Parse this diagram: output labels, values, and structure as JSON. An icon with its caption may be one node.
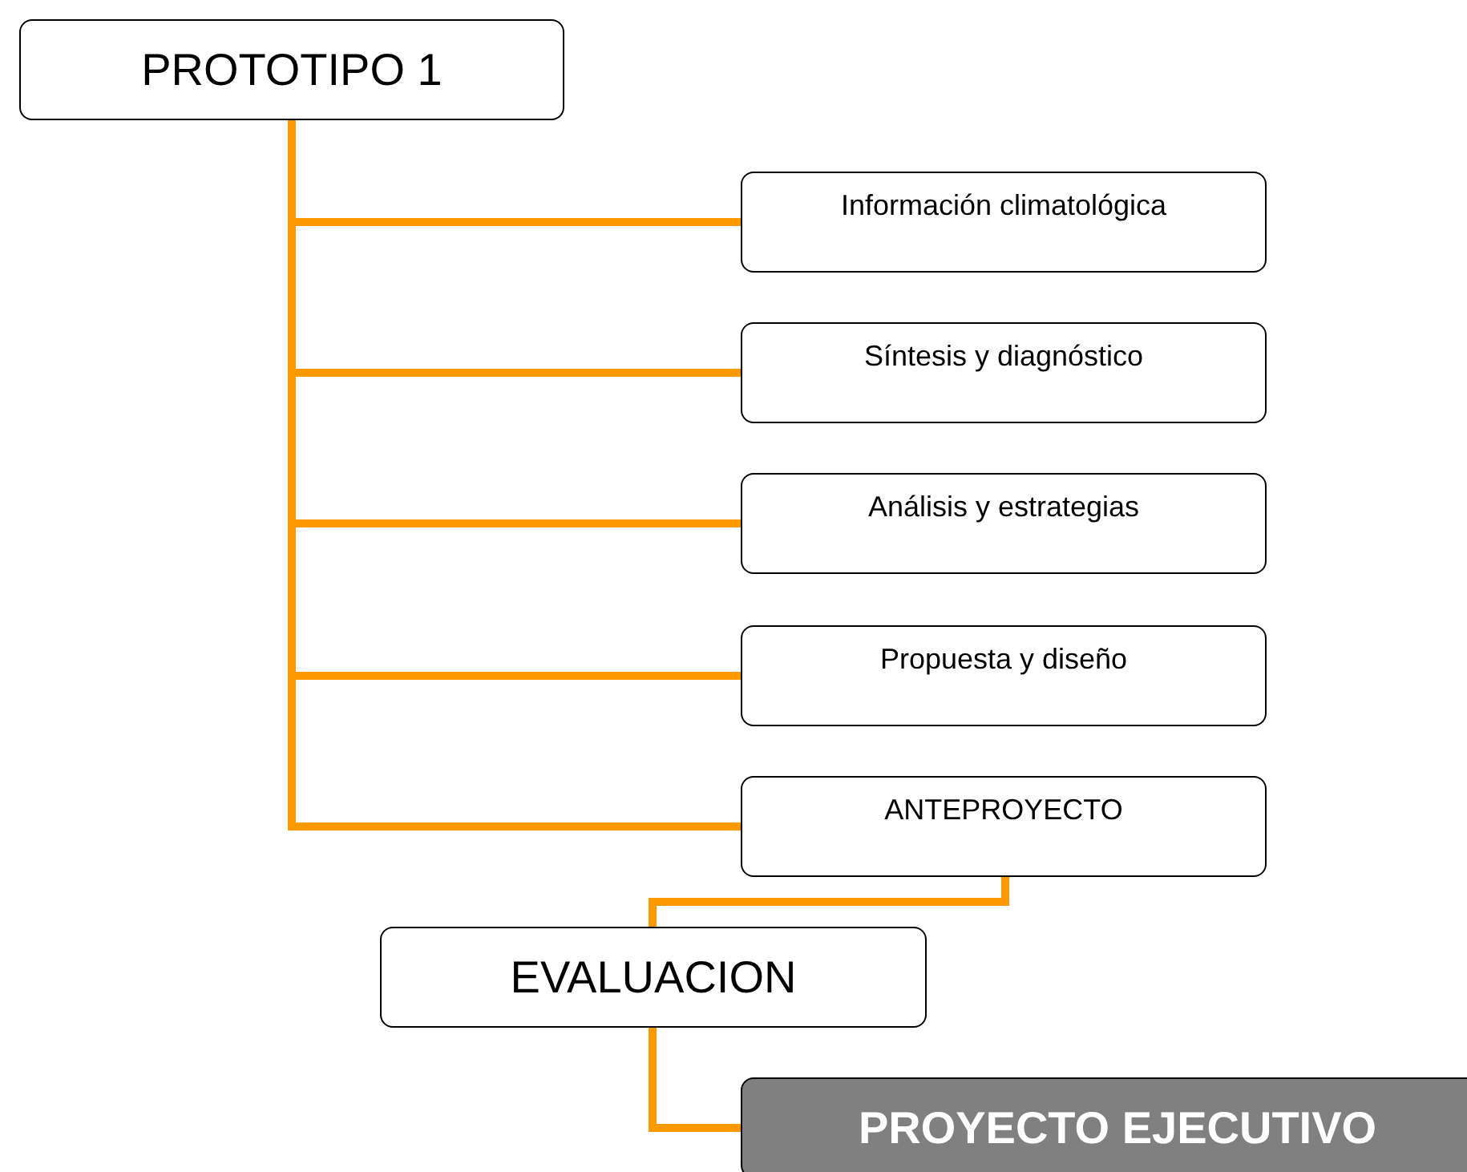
{
  "diagram": {
    "nodes": [
      {
        "text": [
          "PROTOTIPO 1"
        ]
      },
      {
        "text": [
          "Información climatológica"
        ]
      },
      {
        "text": [
          "Síntesis y diagnóstico"
        ]
      },
      {
        "text": [
          "Análisis y estrategias"
        ]
      },
      {
        "text": [
          "Propuesta y diseño"
        ]
      },
      {
        "text": [
          "ANTEPROYECTO"
        ]
      },
      {
        "text": [
          "EVALUACION"
        ]
      },
      {
        "text": [
          "PROYECTO EJECUTIVO"
        ]
      }
    ],
    "edges": [
      {
        "from": 0,
        "to": 1,
        "arrow": "none"
      },
      {
        "from": 0,
        "to": 2,
        "arrow": "none"
      },
      {
        "from": 0,
        "to": 3,
        "arrow": "none"
      },
      {
        "from": 0,
        "to": 4,
        "arrow": "none"
      },
      {
        "from": 0,
        "to": 5,
        "arrow": "none"
      },
      {
        "from": 5,
        "to": 6,
        "arrow": "none"
      },
      {
        "from": 6,
        "to": 7,
        "arrow": "none"
      }
    ]
  }
}
